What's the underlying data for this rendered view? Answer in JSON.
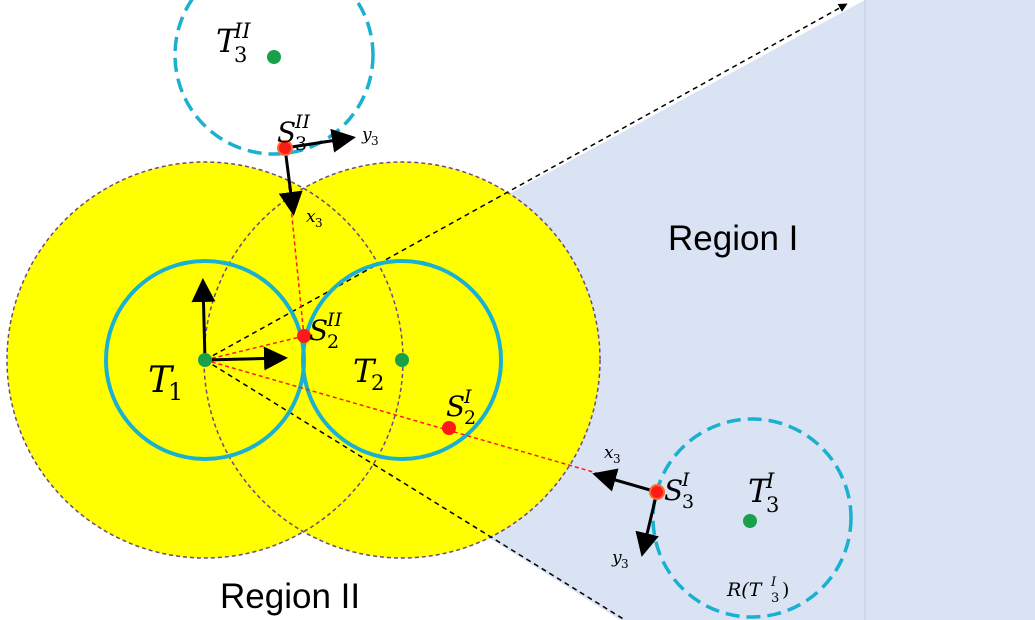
{
  "regions": {
    "region_1": "Region I",
    "region_2": "Region II"
  },
  "labels": {
    "t1_base": "T",
    "t1_sub": "1",
    "t2_base": "T",
    "t2_sub": "2",
    "t3_ii_base": "T",
    "t3_ii_sub": "3",
    "t3_ii_sup": "II",
    "t3_i_base": "T",
    "t3_i_sub": "3",
    "t3_i_sup": "I",
    "s2_ii_base": "S",
    "s2_ii_sub": "2",
    "s2_ii_sup": "II",
    "s2_i_base": "S",
    "s2_i_sub": "2",
    "s2_i_sup": "I",
    "s3_ii_base": "S",
    "s3_ii_sub": "3",
    "s3_ii_sup": "II",
    "s3_i_base": "S",
    "s3_i_sub": "3",
    "s3_i_sup": "I",
    "x3_top_base": "x",
    "x3_top_sub": "3",
    "y3_top_base": "y",
    "y3_top_sub": "3",
    "x3_right_base": "x",
    "x3_right_sub": "3",
    "y3_right_base": "y",
    "y3_right_sub": "3",
    "r_label_prefix": "R(T",
    "r_label_sub": "3",
    "r_label_sup": "I",
    "r_label_suffix": ")"
  },
  "colors": {
    "region_fill": "#dae3f3",
    "yellow": "#ffff00",
    "cyan": "#1ab0d0",
    "green": "#1aa04a",
    "red": "#ff1a1a",
    "dashed_purple": "#6a4c7a"
  }
}
